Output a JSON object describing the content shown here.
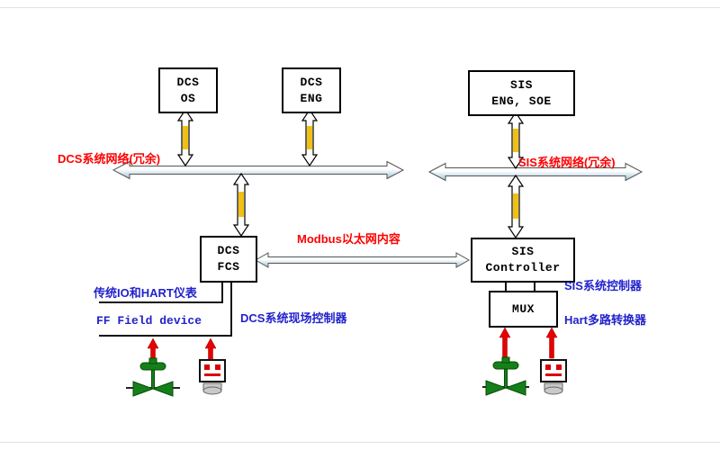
{
  "colors": {
    "network_label": "#ff0000",
    "annotation_label": "#2222cc",
    "connector_band": "#f0c012",
    "pipe_fill": "#cfe4f0",
    "valve_green": "#15801a",
    "arrow_red": "#e60000",
    "box_border": "#000000"
  },
  "boxes": {
    "dcs_os": {
      "line1": "DCS",
      "line2": "OS"
    },
    "dcs_eng": {
      "line1": "DCS",
      "line2": "ENG"
    },
    "sis_eng_soe": {
      "line1": "SIS",
      "line2": "ENG, SOE"
    },
    "dcs_fcs": {
      "line1": "DCS",
      "line2": "FCS"
    },
    "sis_controller": {
      "line1": "SIS",
      "line2": "Controller"
    },
    "mux": {
      "line1": "MUX"
    }
  },
  "labels": {
    "dcs_network": "DCS系统网络(冗余)",
    "sis_network": "SIS系统网络(冗余)",
    "modbus_link": "Modbus以太网内容",
    "legacy_io_hart": "传统IO和HART仪表",
    "ff_field_device": "FF Field device",
    "dcs_field_controller": "DCS系统现场控制器",
    "sis_system_controller": "SIS系统控制器",
    "hart_multiplexer": "Hart多路转换器"
  }
}
